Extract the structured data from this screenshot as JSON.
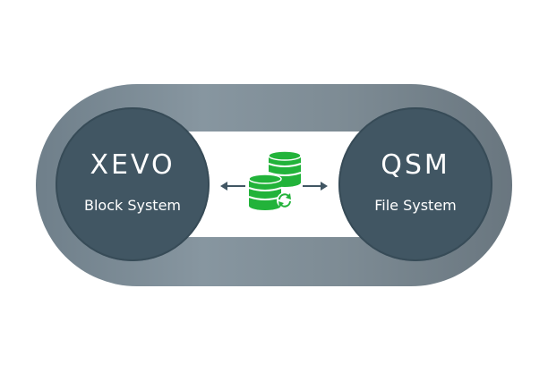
{
  "nodes": {
    "left": {
      "title": "XEVO",
      "subtitle": "Block System"
    },
    "right": {
      "title": "QSM",
      "subtitle": "File System"
    }
  },
  "icons": {
    "center": "database-sync-icon",
    "left_arrow": "arrow-left-icon",
    "right_arrow": "arrow-right-icon"
  },
  "colors": {
    "node_fill": "#415663",
    "band": "#7d8b94",
    "accent": "#22b33a"
  }
}
